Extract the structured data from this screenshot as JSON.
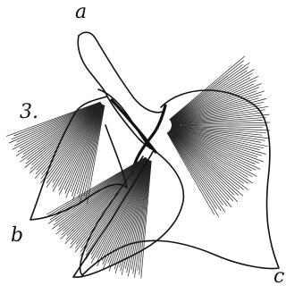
{
  "figure": {
    "labels": {
      "a": "a",
      "b": "b",
      "c": "c",
      "fig_number": "3."
    },
    "ink_color": "#111111",
    "background_color": "#ffffff"
  }
}
